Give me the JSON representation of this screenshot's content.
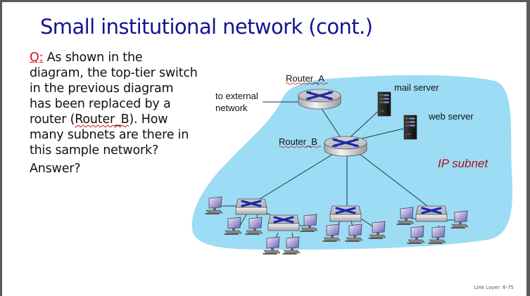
{
  "slide": {
    "title": "Small institutional network (cont.)",
    "question": {
      "label": "Q:",
      "text_before": " As shown in the diagram, the top-tier switch in the previous diagram has been replaced by a router (",
      "router_ref": "Router_B",
      "text_after": "). How many subnets are there in this sample network?"
    },
    "answer_prompt": "Answer?",
    "footer": "Link Layer: 6-75"
  },
  "diagram": {
    "labels": {
      "router_a": "Router_A",
      "router_b": "Router_B",
      "external_line1": "to external",
      "external_line2": "network",
      "mail_server": "mail server",
      "web_server": "web server",
      "subnet": "IP subnet"
    },
    "colors": {
      "subnet_fill": "#9cdcf4",
      "title": "#141490",
      "accent_red": "#d0101a",
      "router_arrows": "#1a28a8"
    }
  }
}
